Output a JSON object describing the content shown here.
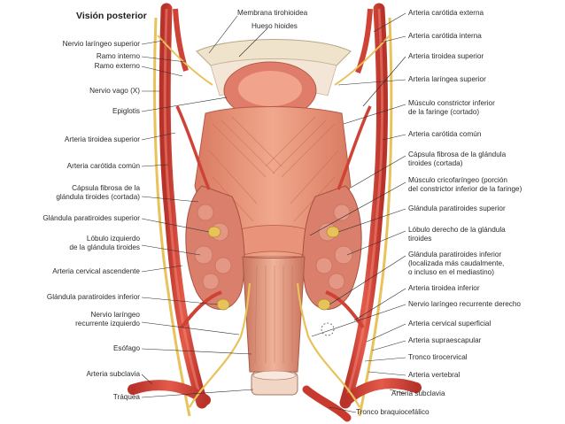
{
  "title": "Visión posterior",
  "labels_left": [
    {
      "id": "membrana",
      "text": "Membrana tirohioidea"
    },
    {
      "id": "hueso",
      "text": "Hueso hioides"
    },
    {
      "id": "nls",
      "text": "Nervio laríngeo superior"
    },
    {
      "id": "ramo_int",
      "text": "Ramo interno"
    },
    {
      "id": "ramo_ext",
      "text": "Ramo externo"
    },
    {
      "id": "vago",
      "text": "Nervio vago (X)"
    },
    {
      "id": "epiglotis",
      "text": "Epiglotis"
    },
    {
      "id": "ats",
      "text": "Arteria tiroidea superior"
    },
    {
      "id": "acc",
      "text": "Arteria carótida común"
    },
    {
      "id": "capsula_a",
      "text": "Cápsula fibrosa de la"
    },
    {
      "id": "capsula_b",
      "text": "glándula tiroides (cortada)"
    },
    {
      "id": "gps",
      "text": "Glándula paratiroides superior"
    },
    {
      "id": "lobulo_a",
      "text": "Lóbulo izquierdo"
    },
    {
      "id": "lobulo_b",
      "text": "de la glándula tiroides"
    },
    {
      "id": "aca",
      "text": "Arteria cervical ascendente"
    },
    {
      "id": "gpi",
      "text": "Glándula paratiroides inferior"
    },
    {
      "id": "nlr_a",
      "text": "Nervio laríngeo"
    },
    {
      "id": "nlr_b",
      "text": "recurrente izquierdo"
    },
    {
      "id": "esofago",
      "text": "Esófago"
    },
    {
      "id": "subclavia_l",
      "text": "Arteria subclavia"
    },
    {
      "id": "traquea",
      "text": "Tráquea"
    }
  ],
  "labels_right": [
    {
      "id": "ace",
      "text": "Arteria carótida externa"
    },
    {
      "id": "aci",
      "text": "Arteria carótida interna"
    },
    {
      "id": "ats_r",
      "text": "Arteria tiroidea superior"
    },
    {
      "id": "als",
      "text": "Arteria laríngea superior"
    },
    {
      "id": "mci_a",
      "text": "Músculo constrictor inferior"
    },
    {
      "id": "mci_b",
      "text": "de la faringe (cortado)"
    },
    {
      "id": "acc_r",
      "text": "Arteria carótida común"
    },
    {
      "id": "cap_r_a",
      "text": "Cápsula fibrosa de la glándula"
    },
    {
      "id": "cap_r_b",
      "text": "tiroides (cortada)"
    },
    {
      "id": "mcf_a",
      "text": "Músculo cricofaríngeo (porción"
    },
    {
      "id": "mcf_b",
      "text": "del constrictor inferior de la faringe)"
    },
    {
      "id": "gps_r",
      "text": "Glándula paratiroides superior"
    },
    {
      "id": "ldt_a",
      "text": "Lóbulo derecho de la glándula"
    },
    {
      "id": "ldt_b",
      "text": "tiroides"
    },
    {
      "id": "gpi_r_a",
      "text": "Glándula paratiroides inferior"
    },
    {
      "id": "gpi_r_b",
      "text": "(localizada más caudalmente,"
    },
    {
      "id": "gpi_r_c",
      "text": "o incluso en el mediastino)"
    },
    {
      "id": "ati",
      "text": "Arteria tiroidea inferior"
    },
    {
      "id": "nlrd",
      "text": "Nervio laríngeo recurrente derecho"
    },
    {
      "id": "acs",
      "text": "Arteria cervical superficial"
    },
    {
      "id": "asupra",
      "text": "Arteria supraescapular"
    },
    {
      "id": "ttc",
      "text": "Tronco tirocervical"
    },
    {
      "id": "avert",
      "text": "Arteria vertebral"
    },
    {
      "id": "asub_r",
      "text": "Arteria subclavia"
    },
    {
      "id": "tbc",
      "text": "Tronco braquiocefálico"
    }
  ],
  "colors": {
    "artery": "#d9483b",
    "artery_dark": "#b8322a",
    "muscle": "#e8957a",
    "muscle_light": "#f2b59c",
    "thyroid": "#de8a78",
    "nerve": "#e8c25a",
    "leader": "#2d2d2d",
    "text": "#2b2b2b"
  }
}
